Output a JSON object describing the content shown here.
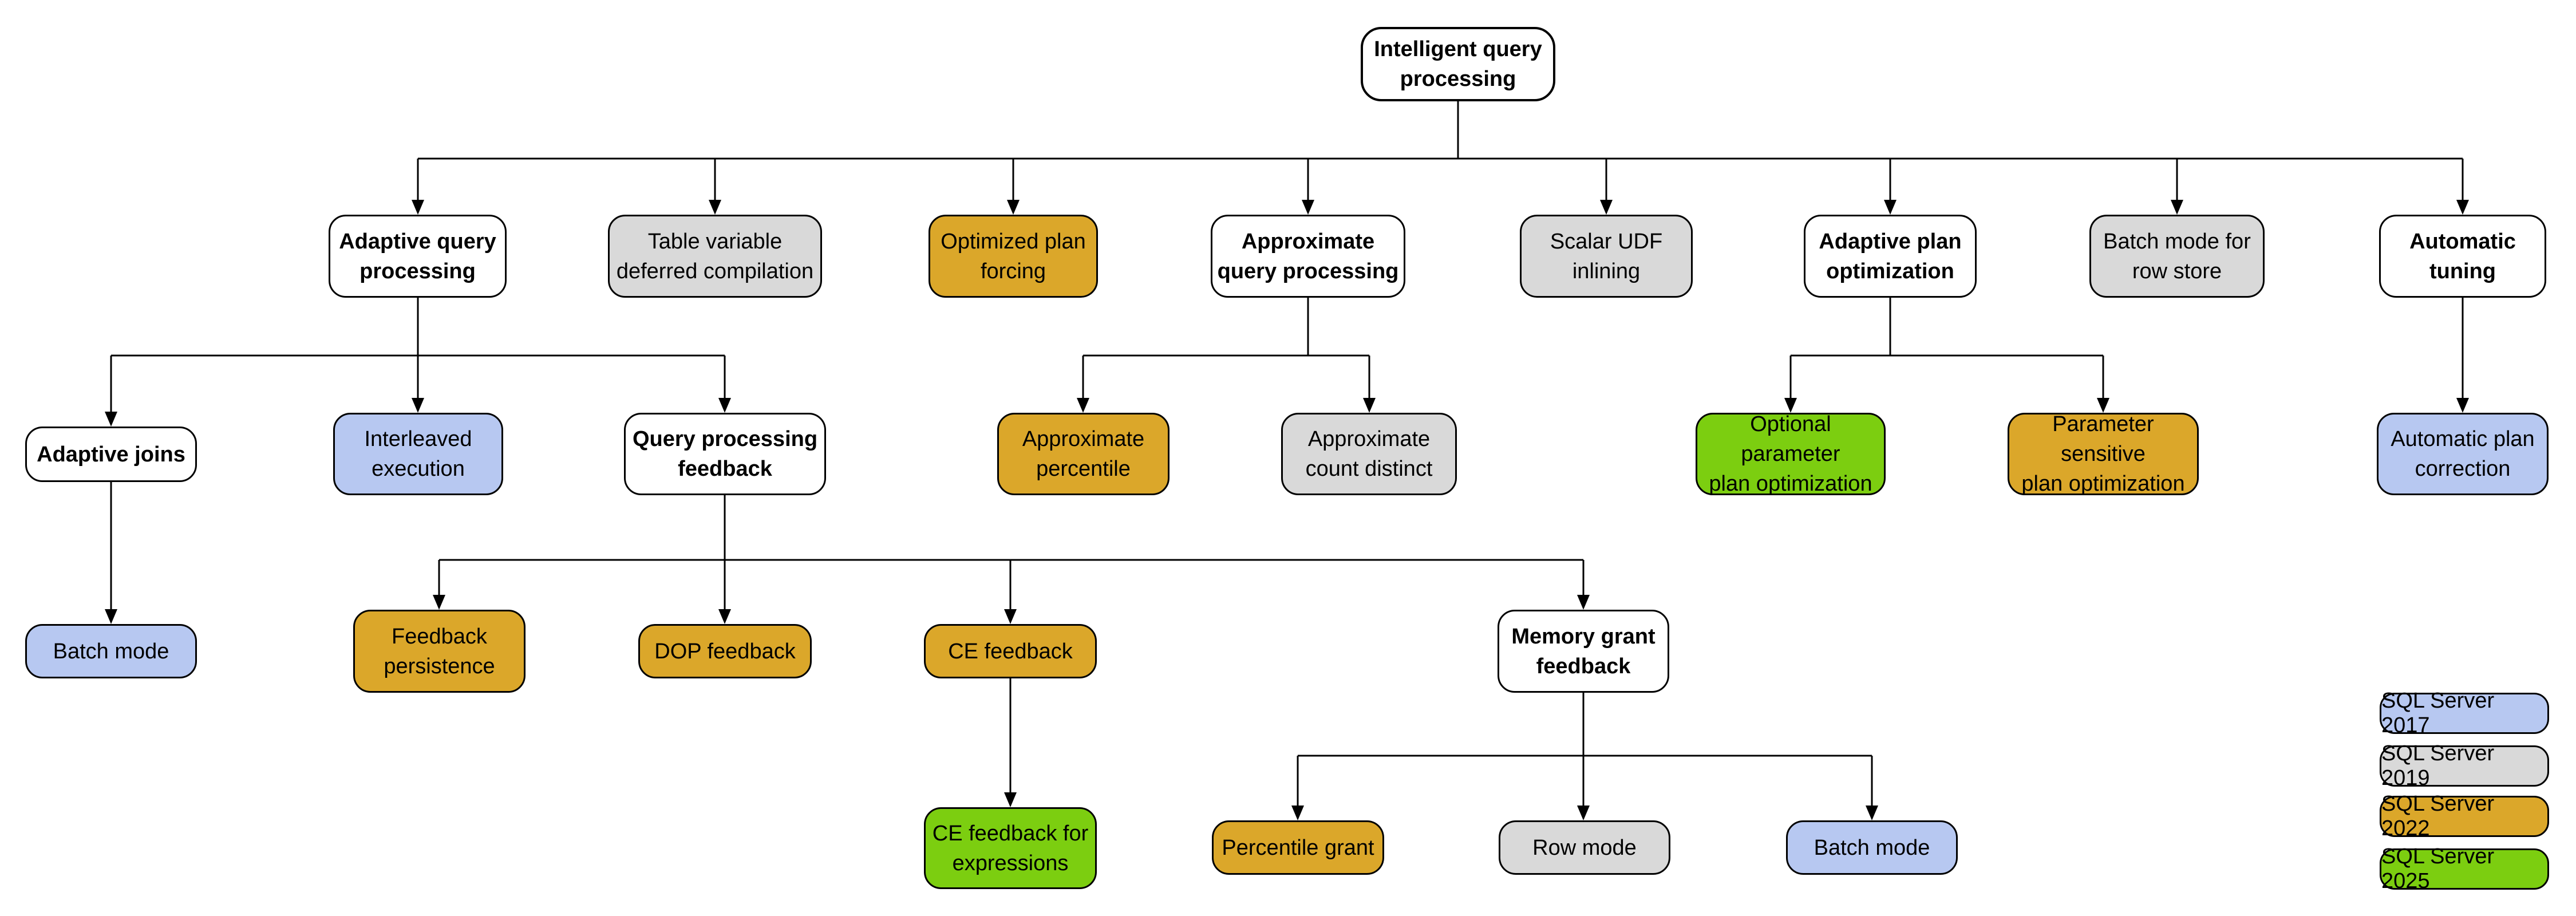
{
  "nodes": {
    "root": {
      "label": "Intelligent query\nprocessing",
      "version": null
    },
    "adaptive_query_processing": {
      "label": "Adaptive query\nprocessing",
      "version": null
    },
    "table_variable_deferred_compilation": {
      "label": "Table variable\ndeferred compilation",
      "version": "SQL Server 2019"
    },
    "optimized_plan_forcing": {
      "label": "Optimized plan\nforcing",
      "version": "SQL Server 2022"
    },
    "approximate_query_processing": {
      "label": "Approximate\nquery processing",
      "version": null
    },
    "scalar_udf_inlining": {
      "label": "Scalar UDF\ninlining",
      "version": "SQL Server 2019"
    },
    "adaptive_plan_optimization": {
      "label": "Adaptive plan\noptimization",
      "version": null
    },
    "batch_mode_for_row_store": {
      "label": "Batch mode for\nrow store",
      "version": "SQL Server 2019"
    },
    "automatic_tuning": {
      "label": "Automatic\ntuning",
      "version": null
    },
    "adaptive_joins": {
      "label": "Adaptive joins",
      "version": null
    },
    "interleaved_execution": {
      "label": "Interleaved\nexecution",
      "version": "SQL Server 2017"
    },
    "query_processing_feedback": {
      "label": "Query processing\nfeedback",
      "version": null
    },
    "approximate_percentile": {
      "label": "Approximate\npercentile",
      "version": "SQL Server 2022"
    },
    "approximate_count_distinct": {
      "label": "Approximate\ncount distinct",
      "version": "SQL Server 2019"
    },
    "optional_parameter_plan_optimization": {
      "label": "Optional parameter\nplan optimization",
      "version": "SQL Server 2025"
    },
    "parameter_sensitive_plan_optimization": {
      "label": "Parameter sensitive\nplan optimization",
      "version": "SQL Server 2022"
    },
    "automatic_plan_correction": {
      "label": "Automatic plan\ncorrection",
      "version": "SQL Server 2017"
    },
    "batch_mode_adaptive_joins": {
      "label": "Batch mode",
      "version": "SQL Server 2017"
    },
    "feedback_persistence": {
      "label": "Feedback\npersistence",
      "version": "SQL Server 2022"
    },
    "dop_feedback": {
      "label": "DOP feedback",
      "version": "SQL Server 2022"
    },
    "ce_feedback": {
      "label": "CE feedback",
      "version": "SQL Server 2022"
    },
    "memory_grant_feedback": {
      "label": "Memory grant\nfeedback",
      "version": null
    },
    "ce_feedback_for_expressions": {
      "label": "CE feedback for\nexpressions",
      "version": "SQL Server 2025"
    },
    "percentile_grant": {
      "label": "Percentile grant",
      "version": "SQL Server 2022"
    },
    "row_mode": {
      "label": "Row mode",
      "version": "SQL Server 2019"
    },
    "batch_mode_memory_grant": {
      "label": "Batch mode",
      "version": "SQL Server 2017"
    }
  },
  "legend": {
    "items": [
      {
        "label": "SQL Server 2017",
        "color": "#B7C8F1"
      },
      {
        "label": "SQL Server 2019",
        "color": "#D9D9D9"
      },
      {
        "label": "SQL Server 2022",
        "color": "#DBA72A"
      },
      {
        "label": "SQL Server 2025",
        "color": "#7CCE10"
      }
    ]
  },
  "colors": {
    "sql_server_2017": "#B7C8F1",
    "sql_server_2019": "#D9D9D9",
    "sql_server_2022": "#DBA72A",
    "sql_server_2025": "#7CCE10",
    "category_box": "#FFFFFF",
    "border": "#000000",
    "background": "#FFFFFF"
  }
}
